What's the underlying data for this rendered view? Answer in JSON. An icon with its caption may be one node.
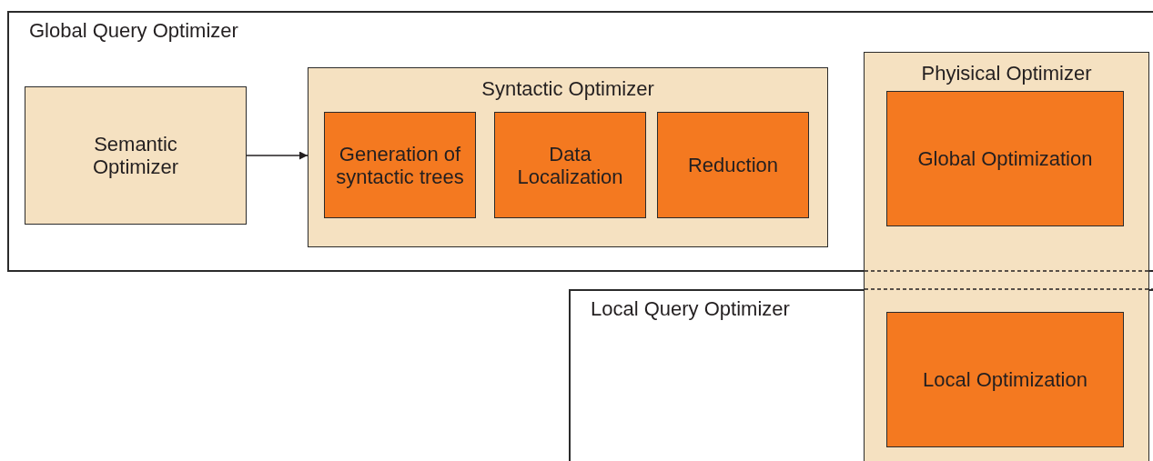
{
  "diagram": {
    "nodes": [
      {
        "text": [
          "Global Query Optimizer"
        ]
      },
      {
        "text": [
          "Semantic Optimizer"
        ],
        "in": 0
      },
      {
        "text": [
          "Syntactic Optimizer"
        ],
        "in": 0
      },
      {
        "text": [
          "Generation of syntactic trees"
        ],
        "in": 2
      },
      {
        "text": [
          "Data Localization"
        ],
        "in": 2
      },
      {
        "text": [
          "Reduction"
        ],
        "in": 2
      },
      {
        "text": [
          "Phyisical Optimizer"
        ]
      },
      {
        "text": [
          "Global Optimization"
        ]
      },
      {
        "text": [
          "Local Query Optimizer"
        ]
      },
      {
        "text": [
          "Local Optimization"
        ]
      }
    ],
    "edges": [
      {
        "from": 1,
        "to": 2,
        "arrow": "to"
      }
    ]
  }
}
